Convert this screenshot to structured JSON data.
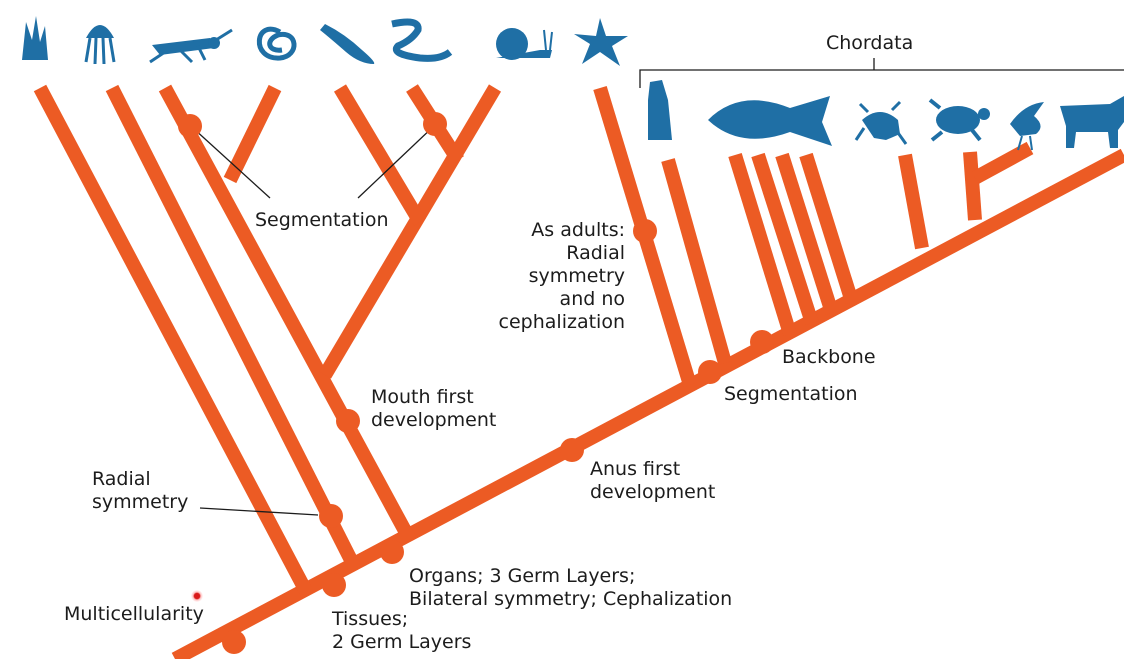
{
  "clade_label": "Chordata",
  "labels": {
    "segmentation_top": "Segmentation",
    "as_adults": [
      "As adults:",
      "Radial",
      "symmetry",
      "and no",
      "cephalization"
    ],
    "backbone": "Backbone",
    "segmentation_right": "Segmentation",
    "mouth_first": [
      "Mouth first",
      "development"
    ],
    "anus_first": [
      "Anus first",
      "development"
    ],
    "radial_symmetry": [
      "Radial",
      "symmetry"
    ],
    "organs": [
      "Organs; 3 Germ Layers;",
      "Bilateral symmetry; Cephalization"
    ],
    "multicellularity": "Multicellularity",
    "tissues": [
      "Tissues;",
      "2 Germ Layers"
    ]
  },
  "organisms": [
    {
      "name": "sponge-icon"
    },
    {
      "name": "jellyfish-icon"
    },
    {
      "name": "grasshopper-icon"
    },
    {
      "name": "roundworm-icon"
    },
    {
      "name": "flatworm-icon"
    },
    {
      "name": "earthworm-icon"
    },
    {
      "name": "snail-icon"
    },
    {
      "name": "starfish-icon"
    },
    {
      "name": "lancelet-icon"
    },
    {
      "name": "fish-icon"
    },
    {
      "name": "frog-icon"
    },
    {
      "name": "turtle-icon"
    },
    {
      "name": "bird-icon"
    },
    {
      "name": "cow-icon"
    }
  ],
  "colors": {
    "branch": "#ec5b24",
    "organism": "#1f6fa5",
    "text": "#1c1c1c"
  }
}
